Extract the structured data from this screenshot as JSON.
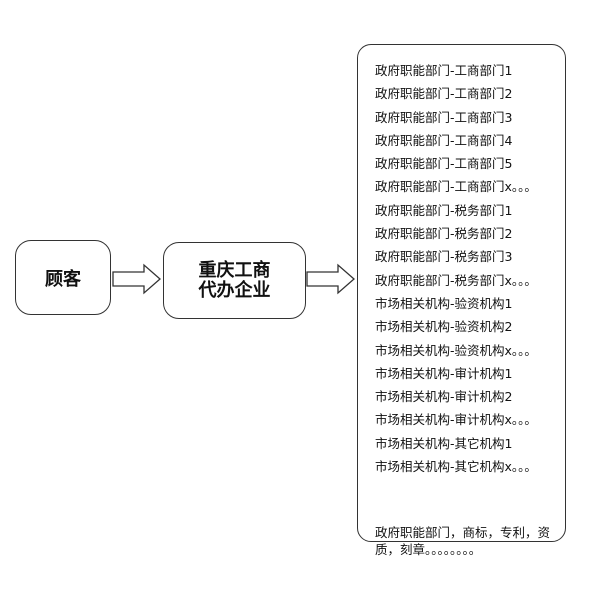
{
  "diagram": {
    "customer": {
      "label": "顾客"
    },
    "agent": {
      "label_line1": "重庆工商",
      "label_line2": "代办企业"
    },
    "services": {
      "items": [
        "政府职能部门-工商部门1",
        "政府职能部门-工商部门2",
        "政府职能部门-工商部门3",
        "政府职能部门-工商部门4",
        "政府职能部门-工商部门5",
        "政府职能部门-工商部门x。。。",
        "政府职能部门-税务部门1",
        "政府职能部门-税务部门2",
        "政府职能部门-税务部门3",
        "政府职能部门-税务部门x。。。",
        "市场相关机构-验资机构1",
        "市场相关机构-验资机构2",
        "市场相关机构-验资机构x。。。",
        "市场相关机构-审计机构1",
        "市场相关机构-审计机构2",
        "市场相关机构-审计机构x。。。",
        "市场相关机构-其它机构1",
        "市场相关机构-其它机构x。。。"
      ],
      "note": "政府职能部门，商标，专利，资质，刻章。。。。。。。。"
    }
  }
}
